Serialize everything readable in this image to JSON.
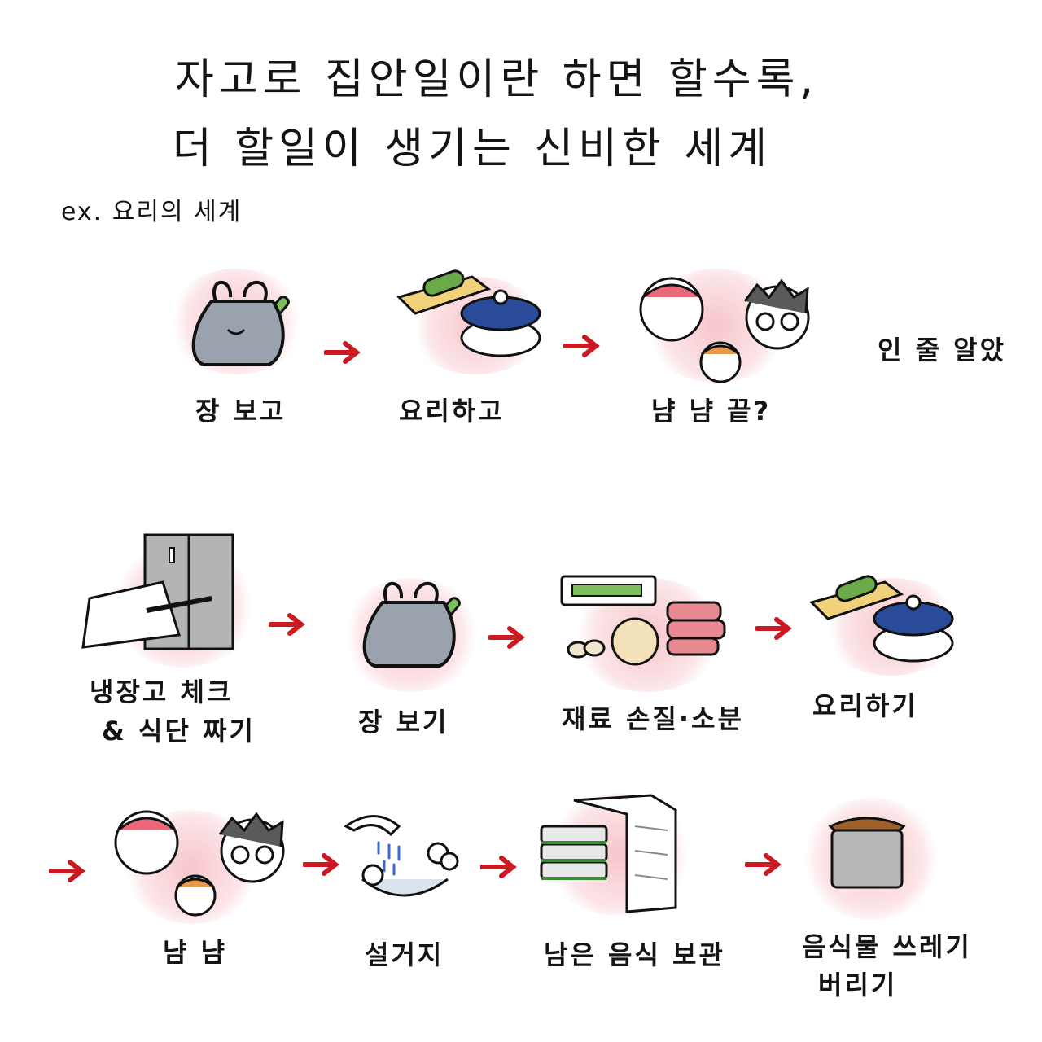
{
  "header": {
    "title_line1": "자고로 집안일이란 하면 할수록,",
    "title_line2": "더 할일이 생기는 신비한 세계",
    "subtitle": "ex. 요리의 세계"
  },
  "expected_flow": {
    "steps": [
      "장 보고",
      "요리하고",
      "냠 냠  끝?"
    ],
    "suffix": "인 줄 알았"
  },
  "real_flow": {
    "steps": [
      "냉장고 체크",
      "& 식단 짜기",
      "장 보기",
      "재료 손질·소분",
      "요리하기",
      "냠 냠",
      "설거지",
      "남은 음식 보관",
      "음식물 쓰레기",
      "버리기"
    ]
  },
  "colors": {
    "arrow": "#cc1a22",
    "accent_pink": "#f2a0aa",
    "bag_gray": "#9aa3ad"
  },
  "icons": [
    "shopping-bag-icon",
    "cutting-board-pot-icon",
    "family-eating-icon",
    "fridge-calendar-icon",
    "ingredients-icon",
    "dish-washing-icon",
    "container-storage-icon",
    "food-waste-bin-icon",
    "red-arrow-icon"
  ]
}
